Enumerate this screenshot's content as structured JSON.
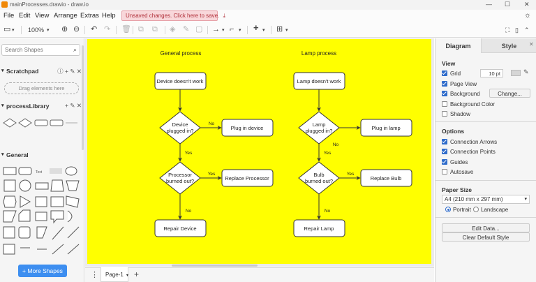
{
  "window": {
    "title": "mainProcesses.drawio - draw.io",
    "min": "—",
    "max": "☐",
    "close": "✕"
  },
  "menu": {
    "items": [
      "File",
      "Edit",
      "View",
      "Arrange",
      "Extras",
      "Help"
    ],
    "unsaved": "Unsaved changes. Click here to save."
  },
  "toolbar": {
    "zoom": "100%"
  },
  "left": {
    "search_placeholder": "Search Shapes",
    "scratchpad_title": "Scratchpad",
    "scratchpad_drop": "Drag elements here",
    "library_title": "processLibrary",
    "general_title": "General",
    "more_shapes": "+ More Shapes"
  },
  "diagram": {
    "titles": {
      "general": "General process",
      "lamp": "Lamp process"
    },
    "general": {
      "start": "Device doesn't work",
      "d1": [
        "Device",
        "plugged in?"
      ],
      "a1": "Plug in device",
      "d2": [
        "Processor",
        "burned out?"
      ],
      "a2": "Replace Processor",
      "end": "Repair Device"
    },
    "lamp": {
      "start": "Lamp doesn't work",
      "d1": [
        "Lamp",
        "plugged in?"
      ],
      "a1": "Plug in lamp",
      "d2": [
        "Bulb",
        "burned out?"
      ],
      "a2": "Replace Bulb",
      "end": "Repair Lamp"
    },
    "labels": {
      "no": "No",
      "yes": "Yes"
    },
    "fill": "#ffff00"
  },
  "pages": {
    "tab": "Page-1"
  },
  "right": {
    "tabs": {
      "diagram": "Diagram",
      "style": "Style"
    },
    "view_title": "View",
    "grid": "Grid",
    "grid_size": "10 pt",
    "page_view": "Page View",
    "background": "Background",
    "change": "Change...",
    "bg_color": "Background Color",
    "shadow": "Shadow",
    "options_title": "Options",
    "conn_arrows": "Connection Arrows",
    "conn_points": "Connection Points",
    "guides": "Guides",
    "autosave": "Autosave",
    "paper_title": "Paper Size",
    "paper_value": "A4 (210 mm x 297 mm)",
    "portrait": "Portrait",
    "landscape": "Landscape",
    "edit_data": "Edit Data...",
    "clear_style": "Clear Default Style"
  }
}
